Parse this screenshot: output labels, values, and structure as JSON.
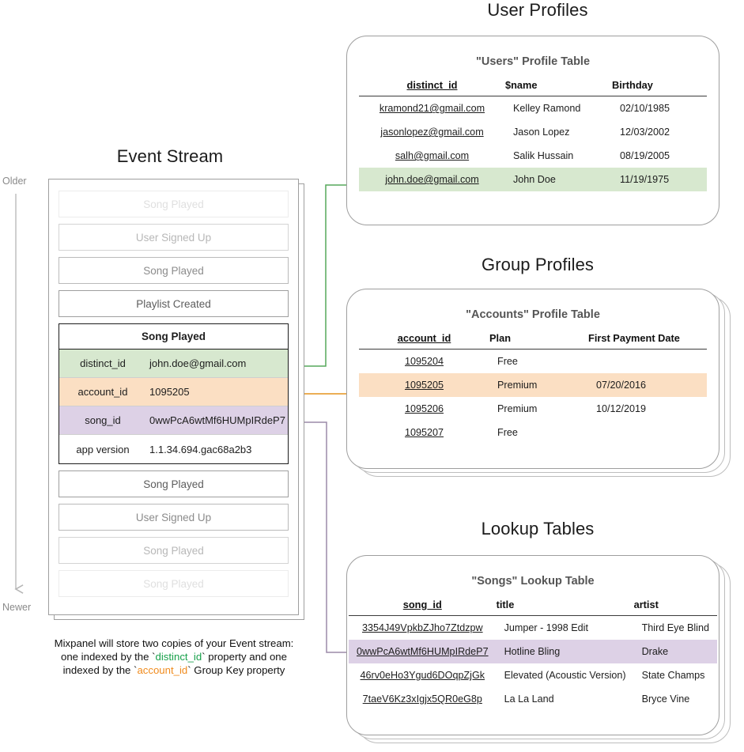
{
  "sections": {
    "event_stream_title": "Event Stream",
    "user_profiles_title": "User Profiles",
    "group_profiles_title": "Group Profiles",
    "lookup_tables_title": "Lookup Tables"
  },
  "timeline": {
    "older_label": "Older",
    "newer_label": "Newer"
  },
  "event_stream": {
    "events_before": [
      {
        "label": "Song Played",
        "fade": "f1"
      },
      {
        "label": "User Signed Up",
        "fade": "f2"
      },
      {
        "label": "Song Played",
        "fade": "f3"
      },
      {
        "label": "Playlist Created",
        "fade": "f4"
      }
    ],
    "expanded_event": {
      "name": "Song Played",
      "properties": [
        {
          "key": "distinct_id",
          "value": "john.doe@gmail.com",
          "highlight": "green"
        },
        {
          "key": "account_id",
          "value": "1095205",
          "highlight": "orange"
        },
        {
          "key": "song_id",
          "value": "0wwPcA6wtMf6HUMpIRdeP7",
          "highlight": "purple"
        },
        {
          "key": "app version",
          "value": "1.1.34.694.gac68a2b3",
          "highlight": "none"
        }
      ]
    },
    "events_after": [
      {
        "label": "Song Played",
        "fade": "f4"
      },
      {
        "label": "User Signed Up",
        "fade": "f3"
      },
      {
        "label": "Song Played",
        "fade": "f2"
      },
      {
        "label": "Song Played",
        "fade": "f1"
      }
    ]
  },
  "caption": {
    "line1": "Mixpanel will store two copies of your Event stream:",
    "line2_a": "one indexed by the `",
    "line2_token": "distinct_id",
    "line2_b": "` property and one",
    "line3_a": "indexed by the `",
    "line3_token": "account_id",
    "line3_b": "` Group Key property"
  },
  "users_table": {
    "title": "\"Users\" Profile Table",
    "columns": [
      "distinct_id",
      "$name",
      "Birthday"
    ],
    "rows": [
      {
        "cells": [
          "kramond21@gmail.com",
          "Kelley Ramond",
          "02/10/1985"
        ],
        "highlight": "none"
      },
      {
        "cells": [
          "jasonlopez@gmail.com",
          "Jason Lopez",
          "12/03/2002"
        ],
        "highlight": "none"
      },
      {
        "cells": [
          "salh@gmail.com",
          "Salik Hussain",
          "08/19/2005"
        ],
        "highlight": "none"
      },
      {
        "cells": [
          "john.doe@gmail.com",
          "John Doe",
          "11/19/1975"
        ],
        "highlight": "green"
      }
    ]
  },
  "accounts_table": {
    "title": "\"Accounts\" Profile Table",
    "columns": [
      "account_id",
      "Plan",
      "First Payment Date"
    ],
    "rows": [
      {
        "cells": [
          "1095204",
          "Free",
          ""
        ],
        "highlight": "none"
      },
      {
        "cells": [
          "1095205",
          "Premium",
          "07/20/2016"
        ],
        "highlight": "orange"
      },
      {
        "cells": [
          "1095206",
          "Premium",
          "10/12/2019"
        ],
        "highlight": "none"
      },
      {
        "cells": [
          "1095207",
          "Free",
          ""
        ],
        "highlight": "none"
      }
    ]
  },
  "songs_table": {
    "title": "\"Songs\" Lookup Table",
    "columns": [
      "song_id",
      "title",
      "artist"
    ],
    "rows": [
      {
        "cells": [
          "3354J49VpkbZJho7Ztdzpw",
          "Jumper - 1998 Edit",
          "Third Eye Blind"
        ],
        "highlight": "none"
      },
      {
        "cells": [
          "0wwPcA6wtMf6HUMpIRdeP7",
          "Hotline Bling",
          "Drake"
        ],
        "highlight": "purple"
      },
      {
        "cells": [
          "46rv0eHo3Ygud6DOqpZjGk",
          "Elevated (Acoustic Version)",
          "State Champs"
        ],
        "highlight": "none"
      },
      {
        "cells": [
          "7taeV6Kz3xIgjx5QR0eG8p",
          "La La Land",
          "Bryce Vine"
        ],
        "highlight": "none"
      }
    ]
  },
  "colors": {
    "green": "#d7e8cf",
    "orange": "#fbdfc3",
    "purple": "#ddd1e6",
    "green_arrow": "#57a85c",
    "orange_arrow": "#e8a33d",
    "purple_arrow": "#9b8aa8",
    "timeline_arrow": "#b5b5b5"
  }
}
